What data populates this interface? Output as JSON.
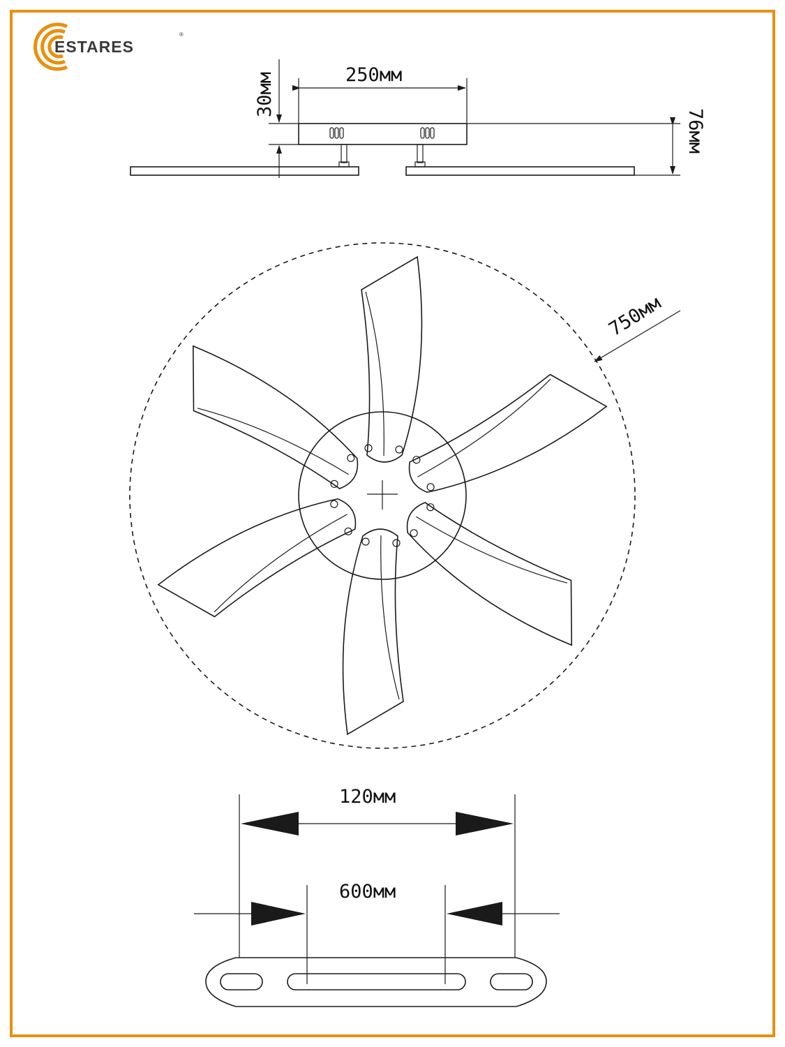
{
  "brand": {
    "name": "ESTARES",
    "registered_mark": "®",
    "logo_color": "#E8900F",
    "logo_icon": "concentric-arcs-logo-icon"
  },
  "frame_color": "#E8900F",
  "side_view": {
    "dimensions": {
      "canopy_width": "250мм",
      "drop_height": "30мм",
      "total_height": "76мм"
    }
  },
  "top_view": {
    "blade_count": 6,
    "dimensions": {
      "diameter": "750мм"
    }
  },
  "section_view": {
    "dimensions": {
      "outer_width": "120мм",
      "inner_width": "600мм"
    }
  }
}
